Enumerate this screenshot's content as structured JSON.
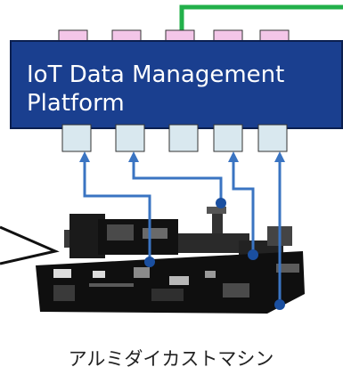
{
  "platform": {
    "title_line1": "IoT Data Management",
    "title_line2": "Platform"
  },
  "machine": {
    "caption": "アルミダイカストマシン"
  },
  "colors": {
    "platform_fill": "#1a3f8f",
    "top_connector": "#f3c6e8",
    "bottom_connector": "#d9e8ef",
    "sensor_line": "#3a74c2",
    "sensor_dot": "#1a4fa0",
    "uplink_line": "#22b04a"
  },
  "icons": {
    "top_connectors": "top-connector-icon",
    "bottom_connectors": "bottom-connector-icon",
    "sensor_lines": "sensor-arrow-icon"
  }
}
